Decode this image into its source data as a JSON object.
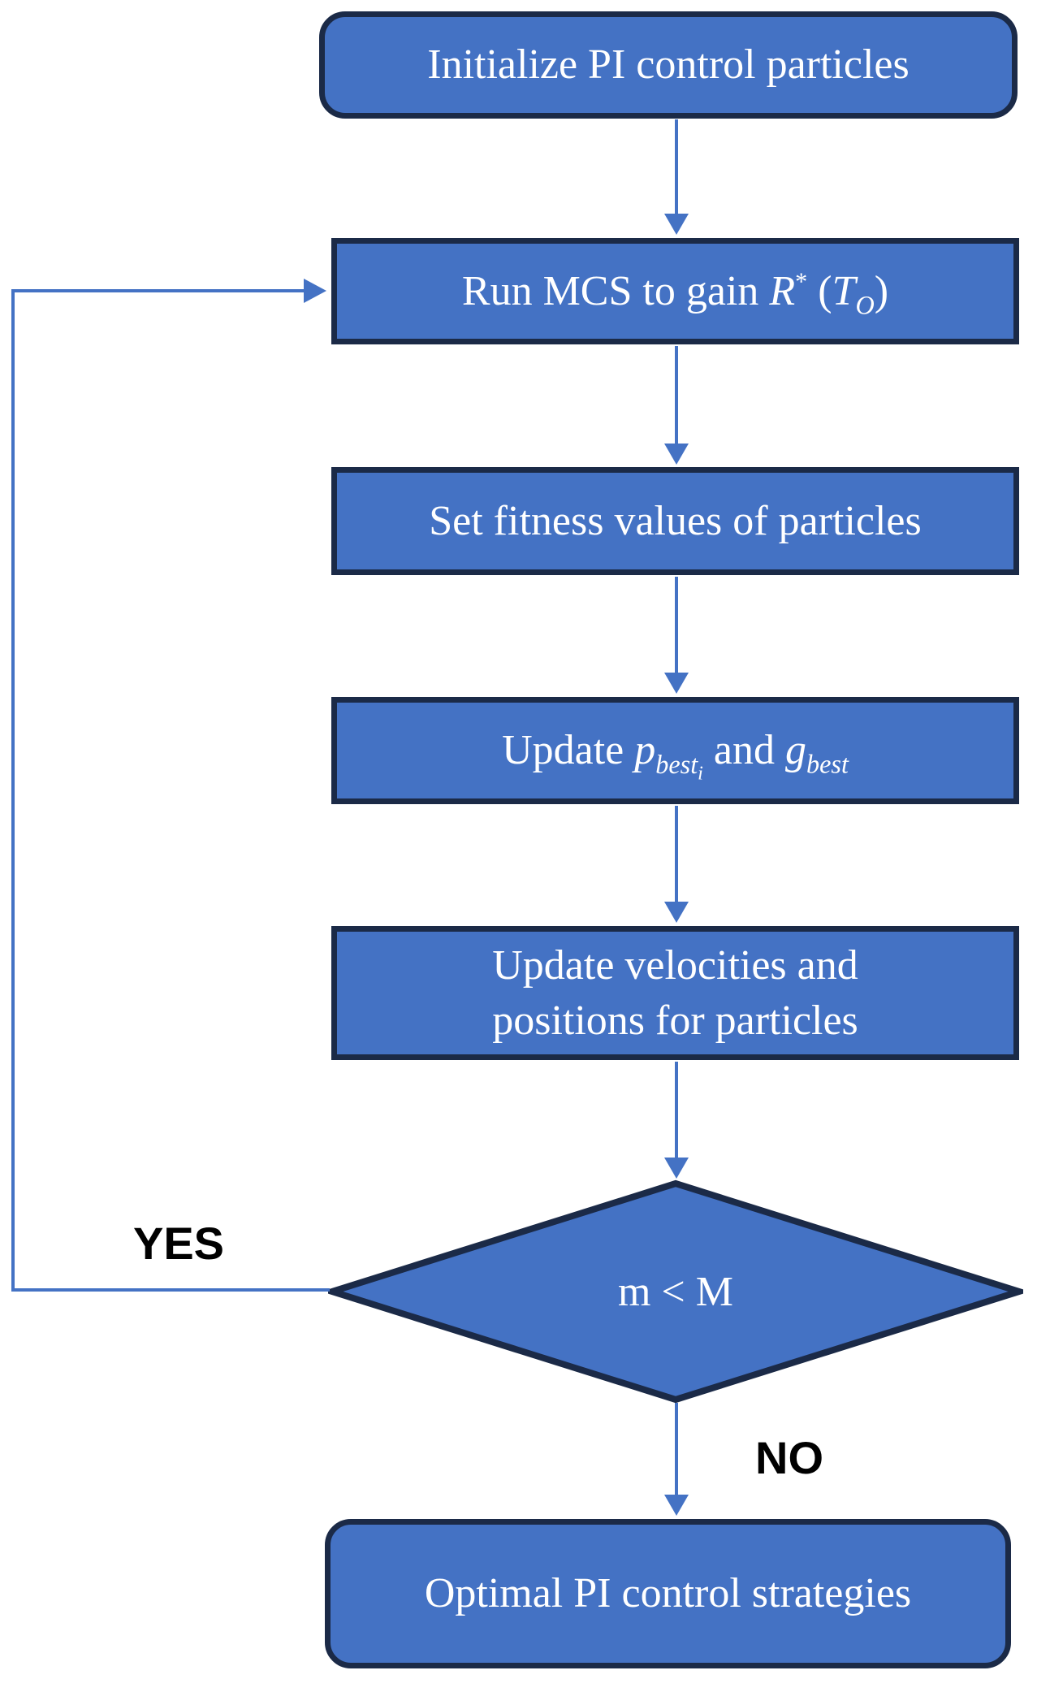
{
  "diagram": {
    "type": "flowchart",
    "colors": {
      "node_fill": "#4472C4",
      "node_border": "#1B2A47",
      "arrow": "#4472C4",
      "node_text": "#FFFFFF",
      "branch_text": "#000000"
    },
    "nodes": {
      "start": {
        "shape": "terminator",
        "label": "Initialize PI control particles"
      },
      "run_mcs": {
        "shape": "process",
        "prefix": "Run MCS to gain ",
        "r_var": "R",
        "r_sup": "*",
        "open_paren": " (",
        "t_var": "T",
        "t_sub": "O",
        "close_paren": ")"
      },
      "set_fitness": {
        "shape": "process",
        "label": "Set fitness values of particles"
      },
      "update_best": {
        "shape": "process",
        "prefix": "Update ",
        "p_var": "p",
        "p_sub": "best",
        "p_subsub": "i",
        "and_text": " and ",
        "g_var": "g",
        "g_sub": "best"
      },
      "update_velocities": {
        "shape": "process",
        "line1": "Update velocities and",
        "line2": "positions for particles"
      },
      "decision": {
        "shape": "diamond",
        "label": "m < M"
      },
      "end": {
        "shape": "terminator",
        "label": "Optimal PI control strategies"
      }
    },
    "branches": {
      "yes_label": "YES",
      "no_label": "NO"
    }
  }
}
